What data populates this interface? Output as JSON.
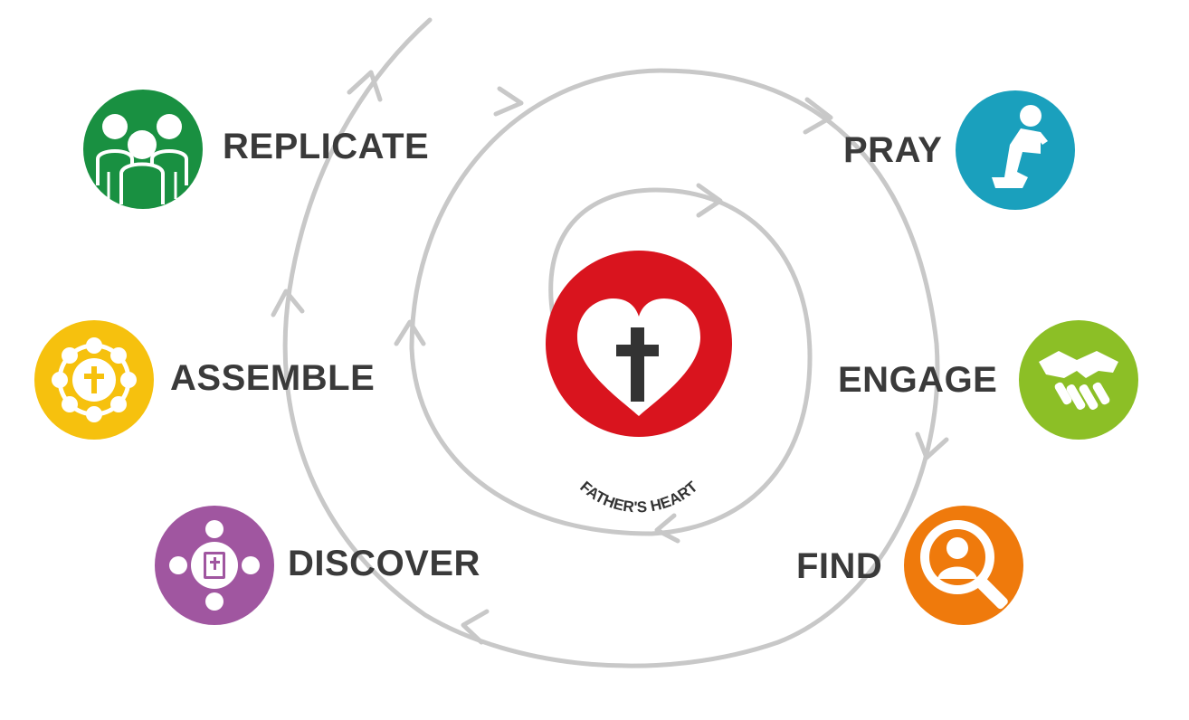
{
  "center": {
    "label": "FATHER'S HEART",
    "color": "#d9141e",
    "icon": "heart-cross-icon"
  },
  "spiral": {
    "color": "#c8c8c8"
  },
  "label_color": "#3a3a3a",
  "steps": [
    {
      "id": "pray",
      "label": "PRAY",
      "color": "#1aa0bd",
      "icon": "kneeling-person-icon"
    },
    {
      "id": "engage",
      "label": "ENGAGE",
      "color": "#8cbf26",
      "icon": "handshake-icon"
    },
    {
      "id": "find",
      "label": "FIND",
      "color": "#ef7a0c",
      "icon": "magnifier-person-icon"
    },
    {
      "id": "discover",
      "label": "DISCOVER",
      "color": "#a056a0",
      "icon": "bible-group-icon"
    },
    {
      "id": "assemble",
      "label": "ASSEMBLE",
      "color": "#f6c10e",
      "icon": "cross-circle-icon"
    },
    {
      "id": "replicate",
      "label": "REPLICATE",
      "color": "#199041",
      "icon": "people-group-icon"
    }
  ]
}
